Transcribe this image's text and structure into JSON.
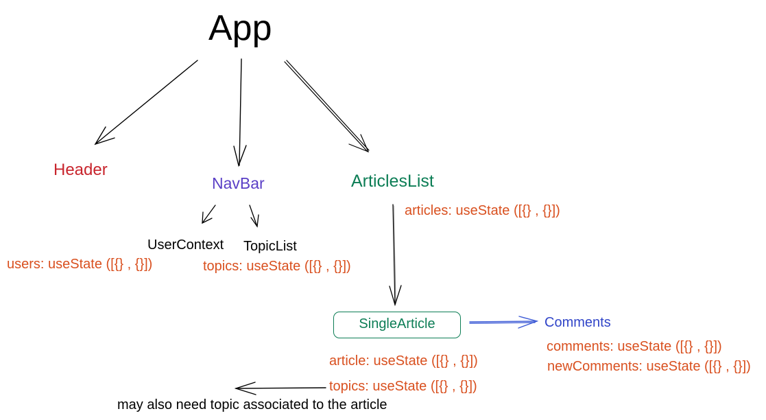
{
  "root": {
    "label": "App"
  },
  "nodes": {
    "header": "Header",
    "navbar": "NavBar",
    "articles_list": "ArticlesList",
    "user_context": "UserContext",
    "topic_list": "TopicList",
    "single_article": "SingleArticle",
    "comments": "Comments"
  },
  "state": {
    "articles": "articles: useState ([{}  ,  {}])",
    "users": "users: useState ([{}  ,  {}])",
    "topics_navbar": "topics: useState ([{}  ,  {}])",
    "article": "article: useState ([{}  ,  {}])",
    "topics_single": "topics: useState ([{}  ,  {}])",
    "comments": "comments: useState ([{}  ,  {}])",
    "new_comments": "newComments: useState ([{}  ,  {}])"
  },
  "note": "may also need topic associated to the article",
  "colors": {
    "header": "#c8252d",
    "navbar": "#5a3fc6",
    "articles_list": "#0c7d55",
    "single_article": "#0c7d55",
    "comments": "#3145c8",
    "state_text": "#d9501f",
    "arrow": "#000000",
    "comments_arrow": "#3d5bd6"
  }
}
